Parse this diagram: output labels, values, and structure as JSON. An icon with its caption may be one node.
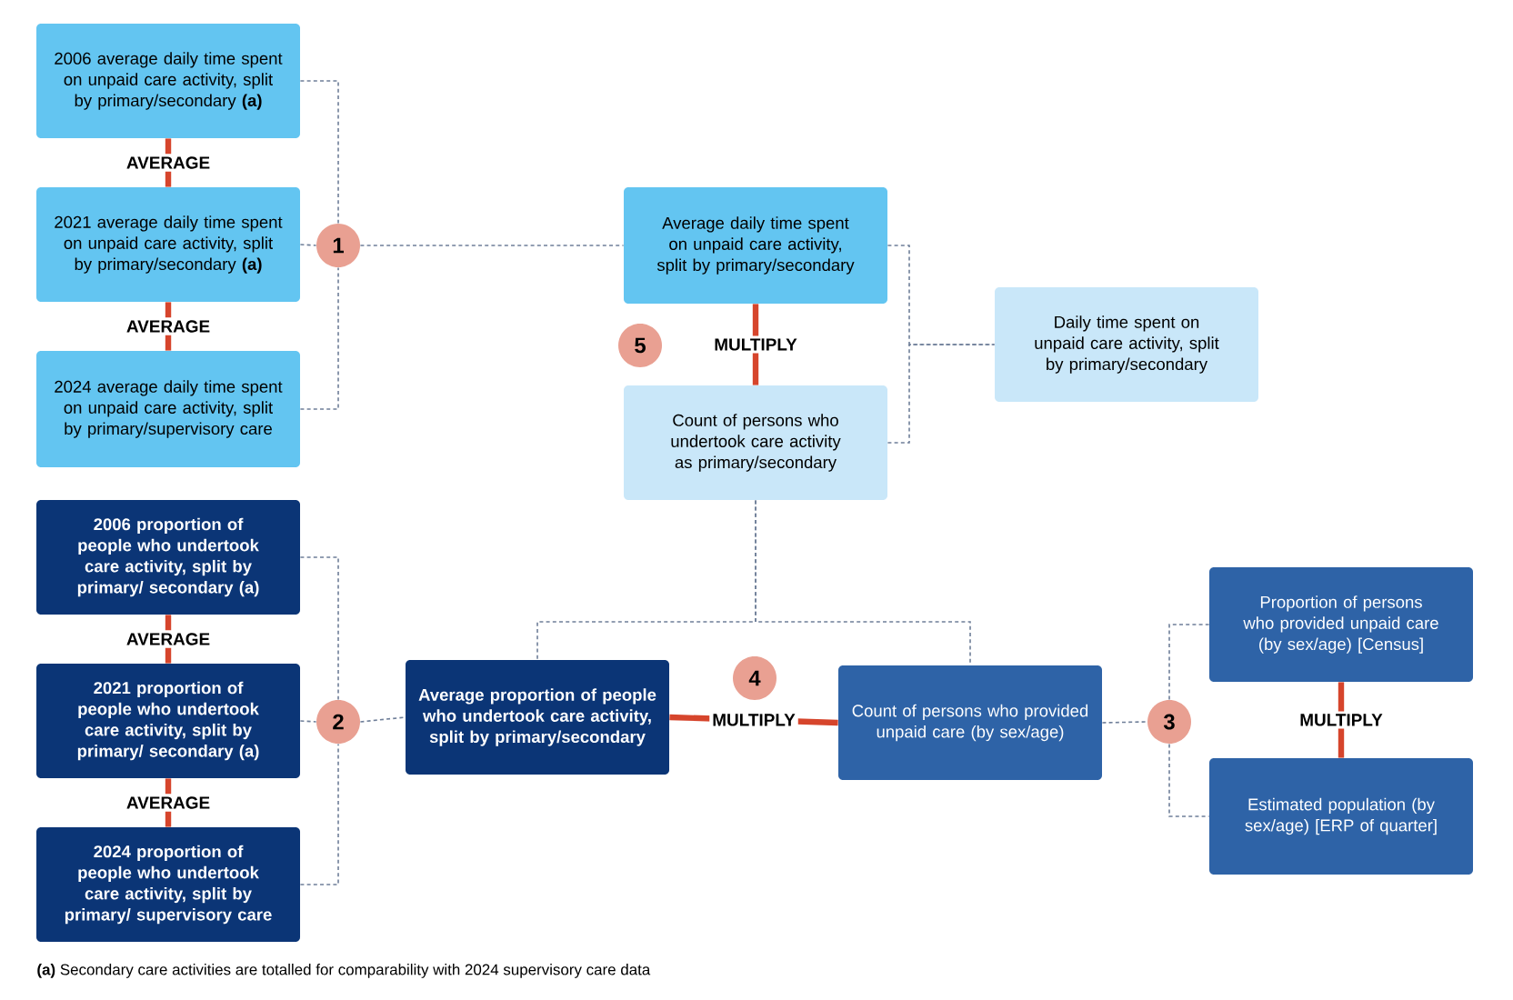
{
  "diagram": {
    "caption": "**(a)** Secondary care activities are totalled for comparability with 2024 supervisory care data",
    "nodes": [
      {
        "text": [
          "2006 average daily time spent on unpaid care activity, split by primary/secondary **(a)**"
        ]
      },
      {
        "text": [
          "2021 average daily time spent on unpaid care activity, split by primary/secondary **(a)**"
        ]
      },
      {
        "text": [
          "2024 average daily time spent on unpaid care activity, split by primary/supervisory care"
        ]
      },
      {
        "text": [
          "1"
        ]
      },
      {
        "text": [
          "Average daily time spent on unpaid care activity, split by primary/secondary"
        ]
      },
      {
        "text": [
          "Count of persons who undertook care activity as primary/secondary"
        ]
      },
      {
        "text": [
          "5"
        ]
      },
      {
        "text": [
          "Daily time spent on unpaid care activity, split by primary/secondary"
        ]
      },
      {
        "text": [
          "2006 proportion of people who undertook care activity, split by primary/ secondary **(a)**"
        ]
      },
      {
        "text": [
          "2021 proportion of people who undertook care activity, split by primary/ secondary **(a)**"
        ]
      },
      {
        "text": [
          "2024 proportion of people who undertook care activity, split by primary/ supervisory care"
        ]
      },
      {
        "text": [
          "2"
        ]
      },
      {
        "text": [
          "Average proportion of people who undertook care activity, split by primary/secondary"
        ]
      },
      {
        "text": [
          "4"
        ]
      },
      {
        "text": [
          "Count of persons who provided unpaid care (by sex/age)"
        ]
      },
      {
        "text": [
          "3"
        ]
      },
      {
        "text": [
          "Proportion of persons who provided unpaid care (by sex/age) [Census]"
        ]
      },
      {
        "text": [
          "Estimated population (by sex/age) [ERP of quarter]"
        ]
      }
    ],
    "edges": [
      {
        "from": 0,
        "to": 3,
        "arrow": "none",
        "style": "dashed"
      },
      {
        "from": 1,
        "to": 3,
        "arrow": "none",
        "style": "dashed"
      },
      {
        "from": 2,
        "to": 3,
        "arrow": "none",
        "style": "dashed"
      },
      {
        "from": 0,
        "to": 1,
        "arrow": "none",
        "label": "AVERAGE",
        "style": "thick",
        "color": "#d6452c"
      },
      {
        "from": 1,
        "to": 2,
        "arrow": "none",
        "label": "AVERAGE",
        "style": "thick",
        "color": "#d6452c"
      },
      {
        "from": 3,
        "to": 4,
        "arrow": "none",
        "style": "dashed"
      },
      {
        "from": 4,
        "to": 5,
        "arrow": "none",
        "label": "MULTIPLY",
        "style": "thick",
        "color": "#d6452c"
      },
      {
        "from": 4,
        "to": 7,
        "arrow": "none",
        "style": "dashed"
      },
      {
        "from": 5,
        "to": 7,
        "arrow": "none",
        "style": "dashed"
      },
      {
        "from": 5,
        "to": 12,
        "arrow": "none",
        "style": "dashed"
      },
      {
        "from": 5,
        "to": 14,
        "arrow": "none",
        "style": "dashed"
      },
      {
        "from": 8,
        "to": 11,
        "arrow": "none",
        "style": "dashed"
      },
      {
        "from": 9,
        "to": 11,
        "arrow": "none",
        "style": "dashed"
      },
      {
        "from": 10,
        "to": 11,
        "arrow": "none",
        "style": "dashed"
      },
      {
        "from": 8,
        "to": 9,
        "arrow": "none",
        "label": "AVERAGE",
        "style": "thick",
        "color": "#d6452c"
      },
      {
        "from": 9,
        "to": 10,
        "arrow": "none",
        "label": "AVERAGE",
        "style": "thick",
        "color": "#d6452c"
      },
      {
        "from": 11,
        "to": 12,
        "arrow": "none",
        "style": "dashed"
      },
      {
        "from": 12,
        "to": 14,
        "arrow": "none",
        "label": "MULTIPLY",
        "style": "thick",
        "color": "#d6452c"
      },
      {
        "from": 14,
        "to": 15,
        "arrow": "none",
        "style": "dashed"
      },
      {
        "from": 15,
        "to": 16,
        "arrow": "none",
        "style": "dashed"
      },
      {
        "from": 15,
        "to": 17,
        "arrow": "none",
        "style": "dashed"
      },
      {
        "from": 16,
        "to": 17,
        "arrow": "none",
        "label": "MULTIPLY",
        "style": "thick",
        "color": "#d6452c"
      }
    ]
  }
}
